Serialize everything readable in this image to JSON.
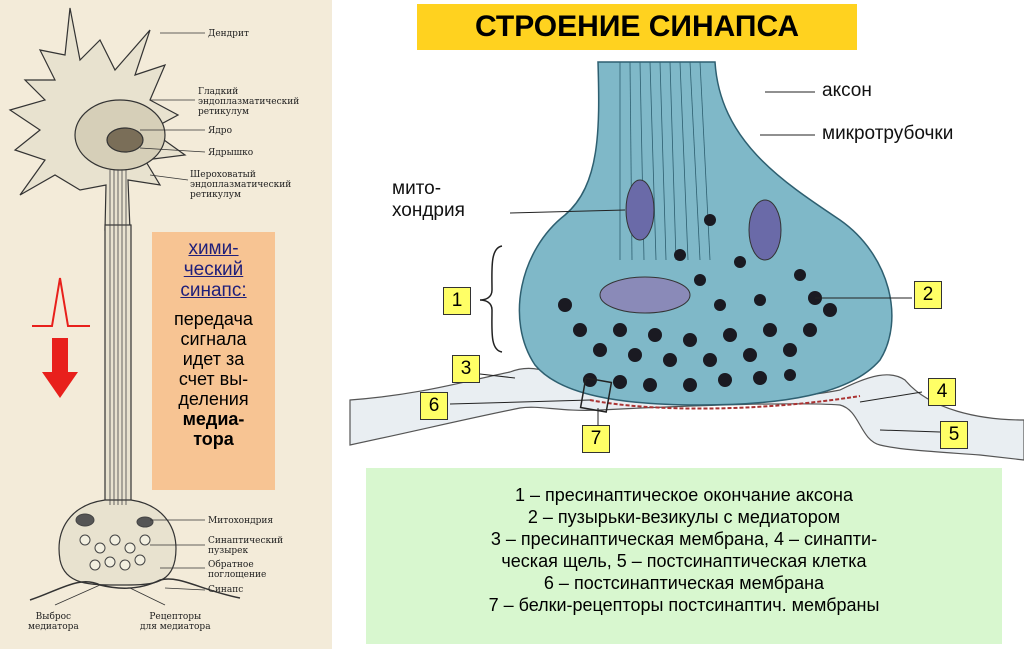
{
  "title": "СТРОЕНИЕ СИНАПСА",
  "neuron_labels": {
    "dendrite": "Дендрит",
    "smooth_er": "Гладкий\nэндоплазматический\nретикулум",
    "nucleus": "Ядро",
    "nucleolus": "Ядрышко",
    "rough_er": "Шероховатый\nэндоплазматический\nретикулум",
    "mitochondrion": "Митохондрия",
    "synaptic_vesicle": "Синаптический\nпузырек",
    "reuptake": "Обратное\nпоглощение",
    "synapse": "Синапс",
    "mediator_release": "Выброс\nмедиатора",
    "receptors": "Рецепторы\nдля медиатора"
  },
  "chem_box": {
    "line1": "хими-",
    "line2": "ческий",
    "line3": "синапс:",
    "body": "передача\nсигнала\nидет за\nсчет вы-\nделения",
    "strong": "медиа-\nтора"
  },
  "synapse_labels": {
    "axon": "аксон",
    "microtubules": "микротрубочки",
    "mitochondria": "мито-\nхондрия"
  },
  "numbers": [
    "1",
    "2",
    "3",
    "4",
    "5",
    "6",
    "7"
  ],
  "legend": [
    "1 – пресинаптическое окончание аксона",
    "2 – пузырьки-везикулы с медиатором",
    "3 – пресинаптическая мембрана,  4 – синапти-",
    "ческая щель, 5 – постсинаптическая клетка",
    "6 – постсинаптическая мембрана",
    "7 – белки-рецепторы постсинаптич. мембраны"
  ],
  "colors": {
    "title_bg": "#ffd21f",
    "chem_box": "#f7c493",
    "legend_bg": "#d8f7cf",
    "number_bg": "#ffff66",
    "arrow": "#e8201c",
    "terminal": "#7fb8c8"
  }
}
